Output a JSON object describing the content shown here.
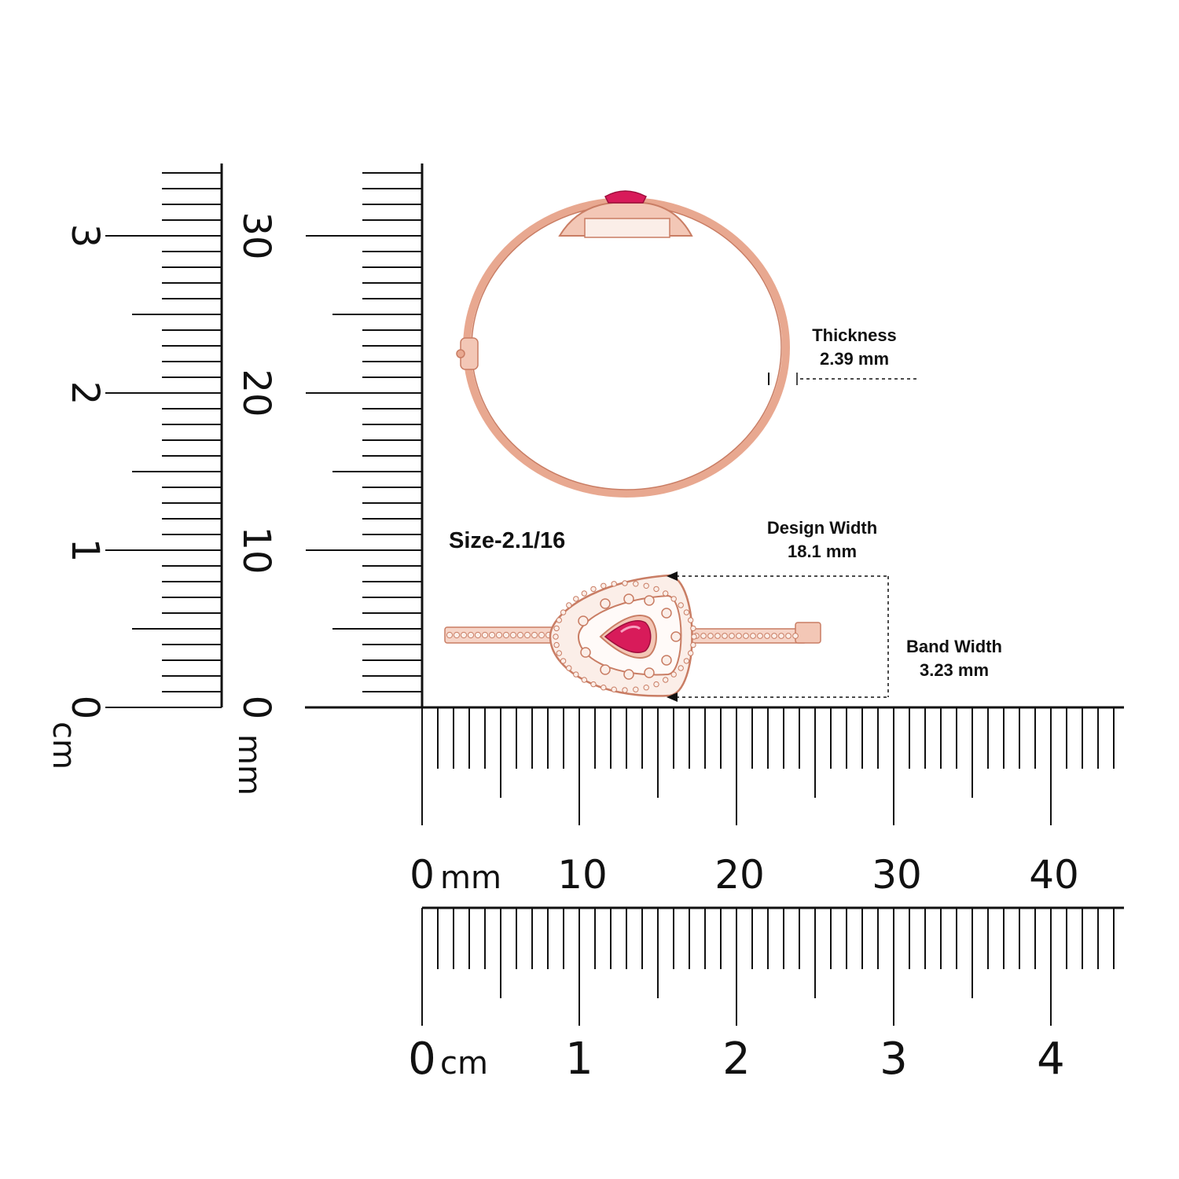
{
  "size_label": "Size-2.1/16",
  "measurements": {
    "thickness": {
      "label": "Thickness",
      "value": "2.39 mm"
    },
    "design_width": {
      "label": "Design Width",
      "value": "18.1 mm"
    },
    "band_width": {
      "label": "Band Width",
      "value": "3.23 mm"
    }
  },
  "rulers": {
    "vertical_cm": {
      "unit": "cm",
      "labels": [
        "0",
        "1",
        "2",
        "3"
      ]
    },
    "vertical_mm": {
      "unit": "mm",
      "labels": [
        "0",
        "10",
        "20",
        "30"
      ]
    },
    "horizontal_mm": {
      "unit": "mm",
      "labels": [
        "0",
        "10",
        "20",
        "30",
        "40"
      ]
    },
    "horizontal_cm": {
      "unit": "cm",
      "labels": [
        "0",
        "1",
        "2",
        "3",
        "4"
      ]
    }
  },
  "colors": {
    "metal": "#e8a890",
    "metal_dark": "#c97d64",
    "gem": "#d81b5a",
    "stone": "#fbeee8",
    "ink": "#111111"
  }
}
